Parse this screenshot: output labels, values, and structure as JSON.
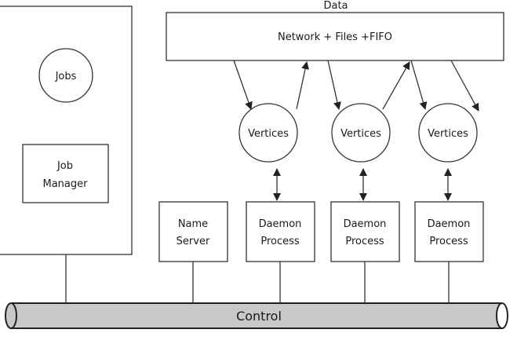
{
  "data_label": "Data",
  "data_store": {
    "label": "Network + Files +FIFO"
  },
  "jobs": {
    "label": "Jobs"
  },
  "job_manager": {
    "line1": "Job",
    "line2": "Manager"
  },
  "name_server": {
    "line1": "Name",
    "line2": "Server"
  },
  "vertices": [
    {
      "label": "Vertices"
    },
    {
      "label": "Vertices"
    },
    {
      "label": "Vertices"
    }
  ],
  "daemons": [
    {
      "line1": "Daemon",
      "line2": "Process"
    },
    {
      "line1": "Daemon",
      "line2": "Process"
    },
    {
      "line1": "Daemon",
      "line2": "Process"
    }
  ],
  "control_bus": {
    "label": "Control",
    "fill_color": "#c8c8c8"
  }
}
